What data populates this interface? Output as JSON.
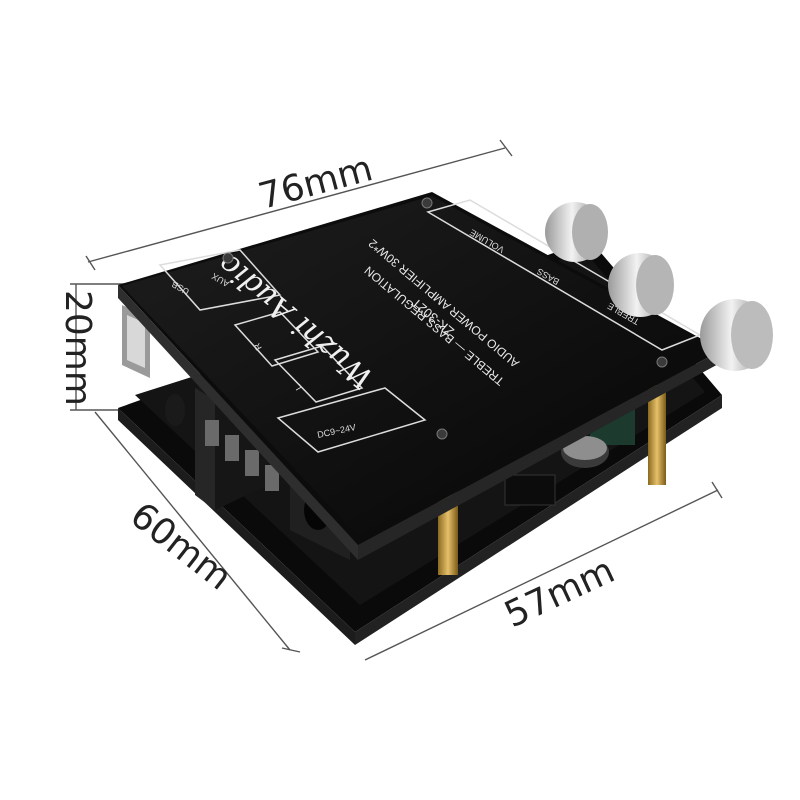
{
  "dimensions": {
    "top": "76mm",
    "left_height": "20mm",
    "left_depth": "60mm",
    "bottom": "57mm"
  },
  "panel": {
    "brand": "Wuzhi Audio",
    "model": "ZK-302T",
    "line1": "AUDIO POWER AMPLIFIER 30W*2",
    "line2": "TREBLE — BASS REGULATION",
    "knob_labels": [
      "VOLUME",
      "BASS",
      "TREBLE"
    ],
    "power_label": "DC9~24V",
    "usb_label": "USB",
    "aux_label": "AUX",
    "channel_r": "R",
    "channel_l": "L"
  },
  "colors": {
    "board": "#111111",
    "panel_edge": "#2a2a2a",
    "brass": "#c9a045",
    "knob": "#c8c8c8"
  }
}
